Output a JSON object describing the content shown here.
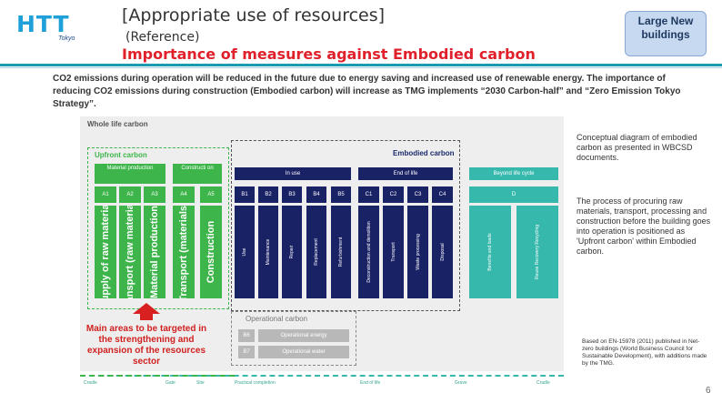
{
  "header": {
    "logo_text": "HTT",
    "logo_sub": "Tokyo",
    "title": "[Appropriate use of resources]",
    "reference": "(Reference)",
    "subtitle": "Importance of measures against Embodied carbon",
    "badge": "Large New buildings"
  },
  "intro": "CO2 emissions during operation will be reduced in the future due to energy saving and increased use of renewable energy. The importance of reducing CO2 emissions during construction (Embodied carbon) will increase as TMG implements “2030 Carbon-half” and “Zero Emission Tokyo Strategy”.",
  "diagram": {
    "whole_life_label": "Whole life carbon",
    "upfront_label": "Upfront carbon",
    "embodied_label": "Embodied carbon",
    "operational_label": "Operational carbon",
    "groups": {
      "material": "Material production",
      "construction": "Constructi on",
      "inuse": "In use",
      "eol": "End of life",
      "beyond": "Beyond life cycle"
    },
    "codes": [
      "A1",
      "A2",
      "A3",
      "A4",
      "A5",
      "B1",
      "B2",
      "B3",
      "B4",
      "B5",
      "C1",
      "C2",
      "C3",
      "C4",
      "D"
    ],
    "upfront_columns": [
      "Supply of raw materials",
      "Transport (raw materials)",
      "Material production",
      "Transport (materials)",
      "Construction"
    ],
    "inuse_columns": [
      "Use",
      "Maintenance",
      "Repair",
      "Replacement",
      "Refurbishment"
    ],
    "eol_columns": [
      "Deconstruction and demolition",
      "Transport",
      "Waste processing",
      "Disposal"
    ],
    "beyond_columns": [
      "Benefits and loads",
      "Reuse Recovery Recycling"
    ],
    "operational": [
      {
        "code": "B6",
        "label": "Operational energy"
      },
      {
        "code": "B7",
        "label": "Operational water"
      }
    ],
    "main_areas": "Main areas to be targeted in the strengthening and expansion of the resources sector",
    "timeline": [
      "Cradle",
      "Gate",
      "Site",
      "Practical completion",
      "End of life",
      "Grave",
      "Cradle"
    ]
  },
  "side_notes": {
    "note1": "Conceptual diagram of embodied carbon as presented in WBCSD documents.",
    "note2": "The process of procuring raw materials, transport, processing and construction before the building goes into operation is positioned as 'Upfront carbon' within Embodied carbon.",
    "source": "Based on EN-15978 (2011) published in Net-zero buildings (World Business Council for Sustainable Development), with additions made by the TMG."
  },
  "page_number": "6",
  "colors": {
    "green": "#3db54a",
    "navy": "#1a2266",
    "teal": "#36b8ac",
    "red": "#e0202a"
  }
}
